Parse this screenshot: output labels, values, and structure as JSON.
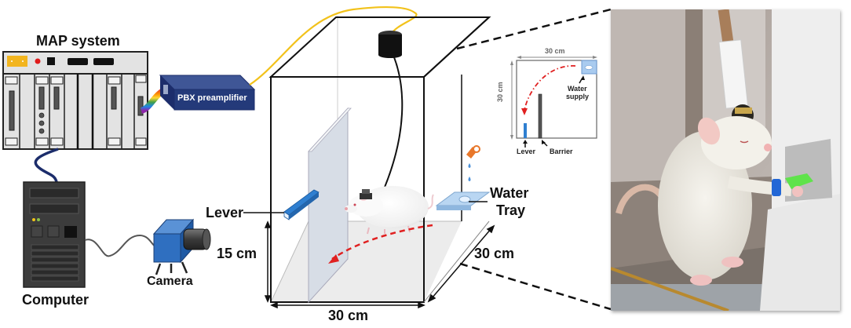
{
  "figure": {
    "map_system": {
      "title": "MAP system"
    },
    "preamplifier": {
      "label": "PBX  preamplifier"
    },
    "computer": {
      "label": "Computer"
    },
    "camera": {
      "label": "Camera"
    },
    "chamber": {
      "lever_label": "Lever",
      "water_tray_label_line1": "Water",
      "water_tray_label_line2": "Tray",
      "height_label": "15 cm",
      "width_label": "30 cm",
      "depth_label": "30 cm"
    },
    "top_view": {
      "width_label": "30 cm",
      "height_label": "30 cm",
      "water_supply_line1": "Water",
      "water_supply_line2": "supply",
      "lever_label": "Lever",
      "barrier_label": "Barrier"
    },
    "photo": {
      "description": "photo-of-rat-pressing-lever-with-headstage"
    },
    "colors": {
      "cable_yellow": "#f2c21b",
      "cable_blue": "#1c2d6b",
      "preamp_blue": "#243a7a",
      "camera_blue": "#2f6fc0",
      "lever_blue": "#2f7fd0",
      "path_red": "#e02020",
      "water_tray": "#b9d6f2",
      "faucet_orange": "#e8772a"
    }
  }
}
